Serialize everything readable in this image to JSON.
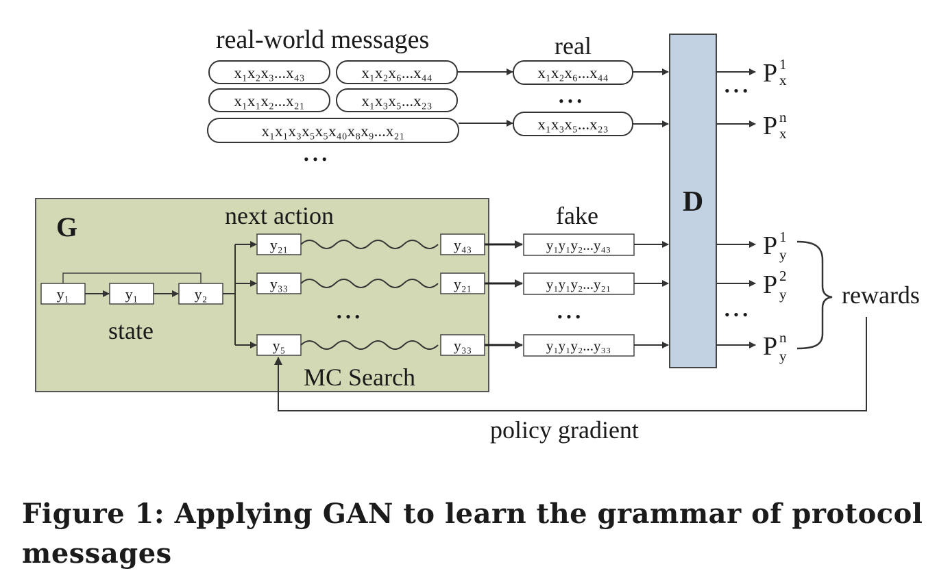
{
  "labels": {
    "real_world_messages": "real-world messages",
    "real": "real",
    "fake": "fake",
    "d": "D",
    "g": "G",
    "next_action": "next action",
    "state": "state",
    "mc_search": "MC Search",
    "rewards": "rewards",
    "policy_gradient": "policy gradient",
    "ellipsis": "• • •"
  },
  "messages": {
    "m1": "x₁x₂x₃...x₄₃",
    "m2": "x₁x₂x₆...x₄₄",
    "m3": "x₁x₁x₂...x₂₁",
    "m4": "x₁x₃x₅...x₂₃",
    "m5": "x₁x₁x₃x₅x₅x₄₀x₈x₉...x₂₁",
    "real1": "x₁x₂x₆...x₄₄",
    "real2": "x₁x₃x₅...x₂₃"
  },
  "state_tokens": [
    "y₁",
    "y₁",
    "y₂"
  ],
  "actions": [
    "y₂₁",
    "y₃₃",
    "y₅"
  ],
  "ends": [
    "y₄₃",
    "y₂₁",
    "y₃₃"
  ],
  "fakes": [
    "y₁y₁y₂...y₄₃",
    "y₁y₁y₂...y₂₁",
    "y₁y₁y₂...y₃₃"
  ],
  "outputs_x": [
    {
      "base": "P",
      "sup": "1",
      "sub": "x"
    },
    {
      "base": "P",
      "sup": "n",
      "sub": "x"
    }
  ],
  "outputs_y": [
    {
      "base": "P",
      "sup": "1",
      "sub": "y"
    },
    {
      "base": "P",
      "sup": "2",
      "sub": "y"
    },
    {
      "base": "P",
      "sup": "n",
      "sub": "y"
    }
  ],
  "caption": "Figure 1: Applying GAN to learn the grammar of protocol messages",
  "colors": {
    "g_fill": "#d2d9b4",
    "d_fill": "#c3d2e2",
    "stroke": "#3a3a3a"
  }
}
